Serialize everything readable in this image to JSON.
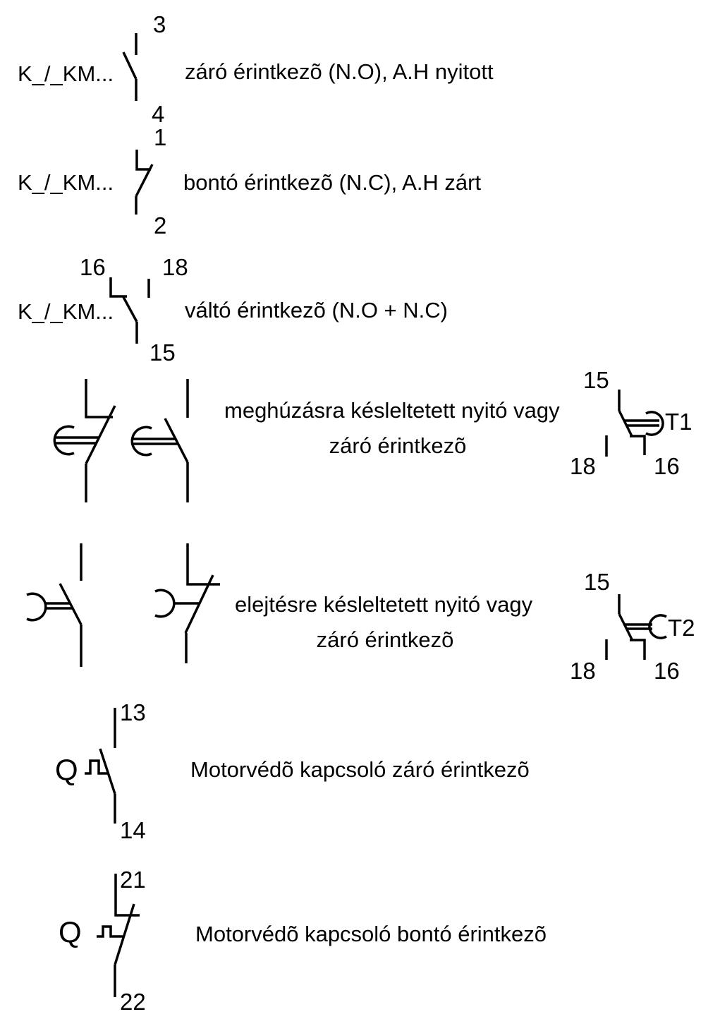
{
  "colors": {
    "line": "#000000",
    "background": "#ffffff",
    "text": "#000000"
  },
  "rows": [
    {
      "device_label": "K_/_KM...",
      "terminals": {
        "top": "3",
        "bottom": "4"
      },
      "caption": "záró érintkezõ (N.O), A.H nyitott"
    },
    {
      "device_label": "K_/_KM...",
      "terminals": {
        "top": "1",
        "bottom": "2"
      },
      "caption": "bontó érintkezõ (N.C), A.H zárt"
    },
    {
      "device_label": "K_/_KM...",
      "terminals": {
        "top_left": "16",
        "top_right": "18",
        "bottom": "15"
      },
      "caption": "váltó érintkezõ (N.O + N.C)"
    },
    {
      "caption_line1": "meghúzásra késleltetett nyitó vagy",
      "caption_line2": "záró érintkezõ",
      "timer": {
        "label": "T1",
        "terminals": {
          "top": "15",
          "bottom_left": "18",
          "bottom_right": "16"
        }
      }
    },
    {
      "caption_line1": "elejtésre késleltetett nyitó vagy",
      "caption_line2": "záró érintkezõ",
      "timer": {
        "label": "T2",
        "terminals": {
          "top": "15",
          "bottom_left": "18",
          "bottom_right": "16"
        }
      }
    },
    {
      "device_label": "Q",
      "terminals": {
        "top": "13",
        "bottom": "14"
      },
      "caption": "Motorvédõ kapcsoló záró érintkezõ"
    },
    {
      "device_label": "Q",
      "terminals": {
        "top": "21",
        "bottom": "22"
      },
      "caption": "Motorvédõ kapcsoló bontó érintkezõ"
    }
  ]
}
